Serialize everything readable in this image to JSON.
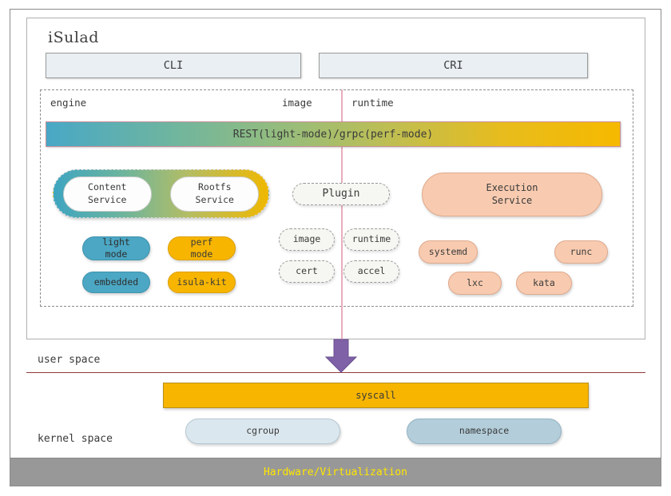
{
  "diagram": {
    "title": "iSulad",
    "api_boxes": [
      {
        "name": "cli",
        "label": "CLI"
      },
      {
        "name": "cri",
        "label": "CRI"
      }
    ],
    "column_labels": {
      "engine": "engine",
      "image": "image",
      "runtime": "runtime"
    },
    "rest_bar": {
      "label": "REST(light-mode)/grpc(perf-mode)",
      "gradient_from": "#48a8c6",
      "gradient_to": "#f6b900"
    },
    "service_capsule": {
      "pills": [
        {
          "name": "content-service",
          "line1": "Content",
          "line2": "Service"
        },
        {
          "name": "rootfs-service",
          "line1": "Rootfs",
          "line2": "Service"
        }
      ]
    },
    "engine_pills": [
      {
        "name": "light-mode",
        "line1": "light",
        "line2": "mode",
        "color": "#4ba7c4"
      },
      {
        "name": "perf-mode",
        "line1": "perf",
        "line2": "mode",
        "color": "#f7b500"
      },
      {
        "name": "embedded",
        "line1": "embedded",
        "line2": "",
        "color": "#4ba7c4"
      },
      {
        "name": "isula-kit",
        "line1": "isula-kit",
        "line2": "",
        "color": "#f7b500"
      }
    ],
    "plugin": {
      "label": "Plugin",
      "items": [
        {
          "name": "image",
          "label": "image"
        },
        {
          "name": "runtime",
          "label": "runtime"
        },
        {
          "name": "cert",
          "label": "cert"
        },
        {
          "name": "accel",
          "label": "accel"
        }
      ]
    },
    "execution": {
      "service_line1": "Execution",
      "service_line2": "Service",
      "color": "#f8cbb0",
      "runtimes": [
        {
          "name": "systemd",
          "label": "systemd"
        },
        {
          "name": "runc",
          "label": "runc"
        },
        {
          "name": "lxc",
          "label": "lxc"
        },
        {
          "name": "kata",
          "label": "kata"
        }
      ]
    },
    "spaces": {
      "user": "user space",
      "kernel": "kernel space"
    },
    "arrow": {
      "name": "down-arrow",
      "color": "#7f61a8"
    },
    "syscall": {
      "label": "syscall",
      "color": "#f7b500"
    },
    "kernel_pills": [
      {
        "name": "cgroup",
        "label": "cgroup",
        "color": "#dbe7ee"
      },
      {
        "name": "namespace",
        "label": "namespace",
        "color": "#b3cdda"
      }
    ],
    "hardware": {
      "label": "Hardware/Virtualization",
      "bg": "#989898",
      "fg": "#ffe600"
    }
  }
}
